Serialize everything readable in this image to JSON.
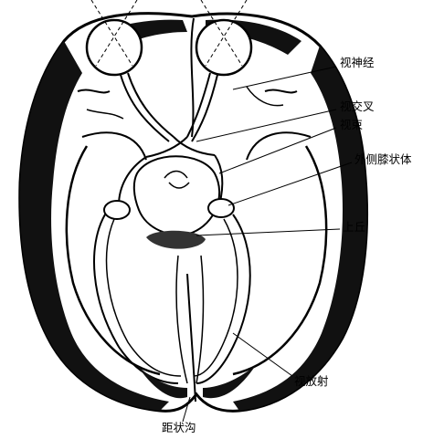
{
  "labels": {
    "optic_nerve": "视神经",
    "optic_chiasm": "视交叉",
    "optic_tract": "视束",
    "lateral_geniculate": "外侧膝状体",
    "superior_colliculus": "上丘",
    "optic_radiation": "视放射",
    "calcarine_sulcus": "距状沟"
  }
}
